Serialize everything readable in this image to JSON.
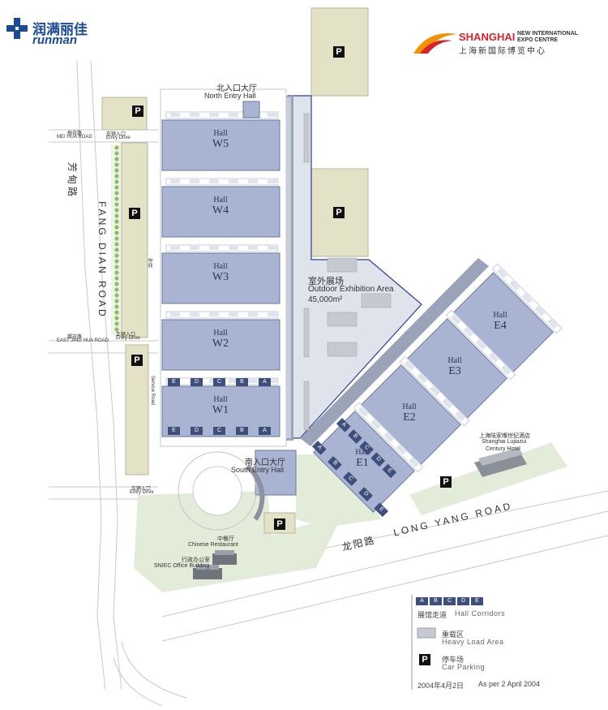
{
  "logo_runman": {
    "cn": "润满丽佳",
    "en": "runman"
  },
  "logo_sniec": {
    "brand": "SHANGHAI",
    "line1": "NEW INTERNATIONAL",
    "line2": "EXPO CENTRE",
    "cn": "上海新国际博览中心"
  },
  "parking_label": "P",
  "north_hall": {
    "cn": "北入口大厅",
    "en": "North Entry Hall"
  },
  "south_hall": {
    "cn": "南入口大厅",
    "en": "South Entry Hall"
  },
  "hall_word": "Hall",
  "west_halls": [
    "W5",
    "W4",
    "W3",
    "W2",
    "W1"
  ],
  "east_halls": [
    "E4",
    "E3",
    "E2",
    "E1"
  ],
  "outdoor": {
    "cn": "室外展场",
    "en": "Outdoor Exhibition Area",
    "area": "45,000m²"
  },
  "corridor_letters": [
    "E",
    "D",
    "C",
    "B",
    "A"
  ],
  "roads": {
    "fang_dian_cn": "芳甸路",
    "fang_dian_en": "FANG DIAN ROAD",
    "long_yang_cn": "龙阳路",
    "long_yang_en": "LONG YANG ROAD",
    "mei_hua_cn": "梅花路",
    "mei_hua_en": "MEI HUA ROAD",
    "east_jing_hua_cn": "樱花路",
    "east_jing_hua_en": "EAST JING HUA ROAD"
  },
  "entry_drive": {
    "cn": "车辆入口",
    "en": "Entry Drive"
  },
  "service_road": "Service Road",
  "side_text": "补给",
  "hotel": {
    "cn": "上海陆家嘴世纪酒店",
    "en1": "Shanghai Lujiazui",
    "en2": "Century Hotel"
  },
  "restaurant": {
    "cn": "中餐厅",
    "en": "Chinese Restaurant"
  },
  "office": {
    "cn": "行政办公室",
    "en": "SNIEC Office Building"
  },
  "legend": {
    "corridor_letters": [
      "A",
      "B",
      "C",
      "D",
      "E"
    ],
    "corridors_cn": "展馆走道",
    "corridors_en": "Hall Corridors",
    "heavy_cn": "重载区",
    "heavy_en": "Heavy Load Area",
    "parking_cn": "停车场",
    "parking_en": "Car Parking",
    "date_cn": "2004年4月2日",
    "date_en": "As per 2 April 2004"
  },
  "colors": {
    "hall": "#a9b4d2",
    "hall_border": "#6d7aa0",
    "parking": "#e4e2c6",
    "outdoor": "#dfe3ec",
    "green": "#e3ecd9",
    "corridor": "#3e4f7c",
    "brand_red": "#d8232a",
    "brand_orange": "#f39200"
  }
}
